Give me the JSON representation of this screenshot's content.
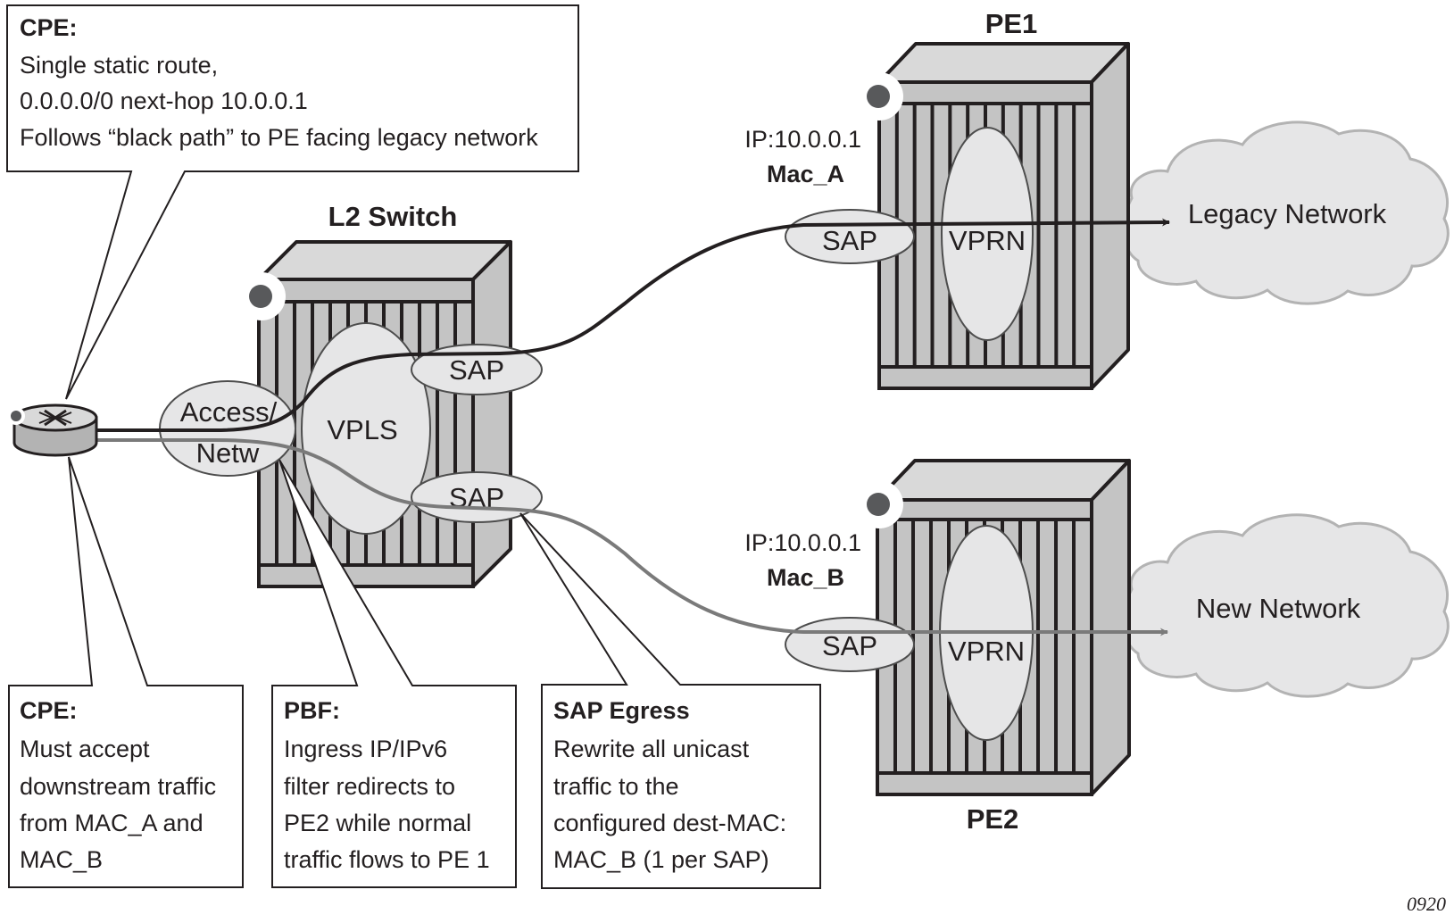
{
  "figure_id": "0920",
  "colors": {
    "line_black": "#231f20",
    "line_gray": "#7a7a7a",
    "device_front": "#c4c4c4",
    "device_top": "#d9d9d9",
    "ellipse_fill": "#e6e6e7",
    "cloud_fill": "#e6e6e7",
    "cloud_edge": "#b3b3b3",
    "led": "#58595b"
  },
  "callouts": {
    "top_cpe": {
      "title": "CPE:",
      "lines": [
        "Single static route,",
        "0.0.0.0/0 next-hop 10.0.0.1",
        "Follows “black path” to PE facing legacy network"
      ]
    },
    "bottom_cpe": {
      "title": "CPE:",
      "lines": [
        "Must accept",
        "downstream traffic",
        "from MAC_A and",
        "MAC_B"
      ]
    },
    "pbf": {
      "title": "PBF:",
      "lines": [
        "Ingress IP/IPv6",
        "filter redirects to",
        "PE2 while normal",
        "traffic flows to PE 1"
      ]
    },
    "sap_egress": {
      "title": "SAP Egress",
      "lines": [
        "Rewrite all unicast",
        "traffic to the",
        "configured dest-MAC:",
        "MAC_B (1 per SAP)"
      ]
    }
  },
  "devices": {
    "cpe_router": {
      "icon": "router-icon"
    },
    "l2_switch": {
      "title": "L2 Switch",
      "access_label_1": "Access/",
      "access_label_2": "Netw",
      "vpls": "VPLS",
      "sap_top": "SAP",
      "sap_bottom": "SAP"
    },
    "pe1": {
      "title": "PE1",
      "ip": "IP:10.0.0.1",
      "mac": "Mac_A",
      "sap": "SAP",
      "vprn": "VPRN"
    },
    "pe2": {
      "title": "PE2",
      "ip": "IP:10.0.0.1",
      "mac": "Mac_B",
      "sap": "SAP",
      "vprn": "VPRN"
    }
  },
  "networks": {
    "legacy": "Legacy Network",
    "new": "New Network"
  }
}
